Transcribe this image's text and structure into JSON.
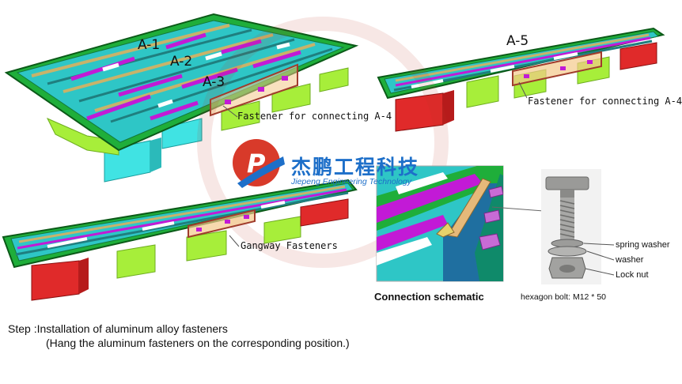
{
  "labels": {
    "a1": "A-1",
    "a2": "A-2",
    "a3": "A-3",
    "a5": "A-5",
    "fastener_left": "Fastener for connecting A-4",
    "fastener_right": "Fastener for connecting A-4",
    "gangway": "Gangway Fasteners",
    "connection": "Connection schematic",
    "hexagon": "hexagon bolt: M12 * 50",
    "spring_washer": "spring washer",
    "washer": "washer",
    "lock_nut": "Lock nut"
  },
  "logo": {
    "cn": "杰鹏工程科技",
    "en": "Jiepeng Engineering Technology"
  },
  "step": {
    "line1": "Step :Installation of aluminum alloy fasteners",
    "line2": "(Hang the aluminum fasteners on the corresponding position.)"
  },
  "colors": {
    "frame": "#1fae3a",
    "deck": "#2ec6c6",
    "stripe_magenta": "#c21ad6",
    "stripe_yellow": "#c8b36a",
    "pontoon_red": "#e02a2a",
    "pontoon_green": "#a7ee3a",
    "pontoon_cyan": "#40e3e3",
    "highlight_box": "#a03c2c",
    "fastener": "#e6b97a"
  }
}
